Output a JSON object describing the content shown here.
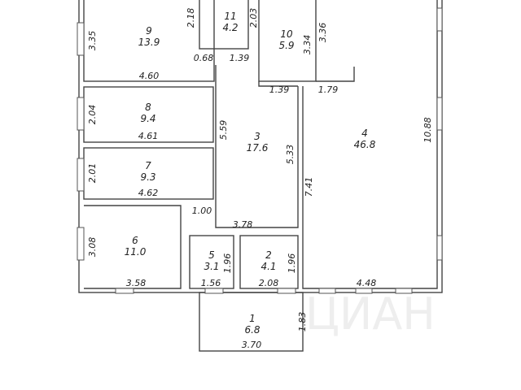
{
  "rooms": [
    {
      "number": "1",
      "area": "6.8"
    },
    {
      "number": "2",
      "area": "4.1"
    },
    {
      "number": "3",
      "area": "17.6"
    },
    {
      "number": "4",
      "area": "46.8"
    },
    {
      "number": "5",
      "area": "3.1"
    },
    {
      "number": "6",
      "area": "11.0"
    },
    {
      "number": "7",
      "area": "9.3"
    },
    {
      "number": "8",
      "area": "9.4"
    },
    {
      "number": "9",
      "area": "13.9"
    },
    {
      "number": "10",
      "area": "5.9"
    },
    {
      "number": "11",
      "area": "4.2"
    }
  ],
  "dimensions": {
    "r9_h": "3.35",
    "r9_w": "4.60",
    "r11_l": "2.18",
    "r11_r": "2.03",
    "r10_a": "3.34",
    "r10_b": "3.36",
    "c_a": "0.68",
    "c_b": "1.39",
    "c_c": "1.39",
    "c_d": "1.79",
    "r8_h": "2.04",
    "r8_w": "4.61",
    "r3_a": "5.59",
    "r3_b": "5.33",
    "r3_c": "7.41",
    "r4_h": "10.88",
    "r7_h": "2.01",
    "r7_w": "4.62",
    "door": "1.00",
    "r3_w": "3.78",
    "r6_h": "3.08",
    "r6_w": "3.58",
    "r5_h": "1.96",
    "r5_w": "1.56",
    "r2_h": "1.96",
    "r2_w": "2.08",
    "r4_w": "4.48",
    "r1_h": "1.83",
    "r1_w": "3.70"
  }
}
